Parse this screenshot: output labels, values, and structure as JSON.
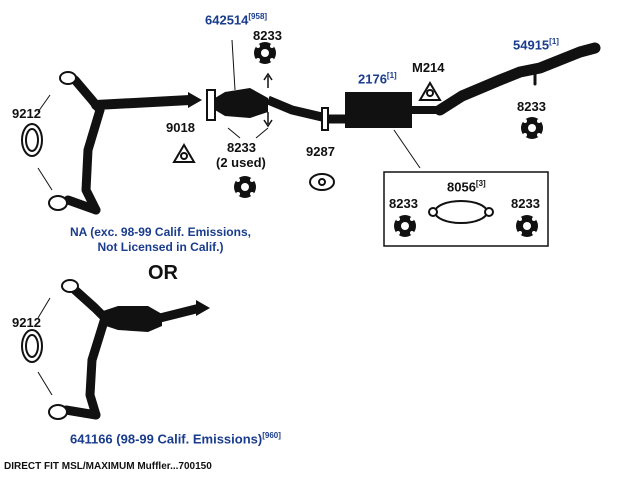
{
  "colors": {
    "part": "#111111",
    "label_blue": "#1a3c8c",
    "background": "#ffffff"
  },
  "parts": {
    "pipe_642514": {
      "number": "642514",
      "note": "[958]"
    },
    "gasket_8233_top": {
      "number": "8233"
    },
    "y_pipe_9212_upper": {
      "number": "9212"
    },
    "flange_9018": {
      "number": "9018"
    },
    "gaskets_8233_pair": {
      "number": "8233",
      "qty": "(2 used)"
    },
    "gasket_9287": {
      "number": "9287"
    },
    "muffler_2176": {
      "number": "2176",
      "note": "[1]"
    },
    "clamp_m214": {
      "number": "M214"
    },
    "tailpipe_54915": {
      "number": "54915",
      "note": "[1]"
    },
    "gasket_8233_right": {
      "number": "8233"
    },
    "hanger_8056": {
      "number": "8056",
      "note": "[3]"
    },
    "gasket_8233_box_left": {
      "number": "8233"
    },
    "gasket_8233_box_right": {
      "number": "8233"
    },
    "y_pipe_9212_lower": {
      "number": "9212"
    },
    "catalytic_641166": {
      "number": "641166 (98-99 Calif. Emissions)",
      "note": "[960]"
    }
  },
  "notes": {
    "na_line1": "NA (exc. 98-99 Calif. Emissions,",
    "na_line2": "Not Licensed in Calif.)",
    "or": "OR"
  },
  "footer": "DIRECT FIT MSL/MAXIMUM Muffler...700150"
}
